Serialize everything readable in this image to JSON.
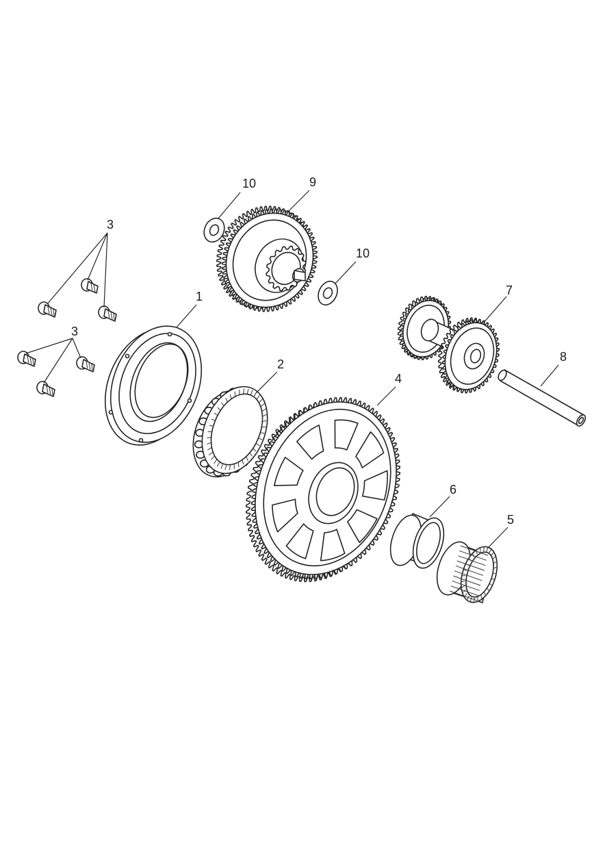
{
  "diagram": {
    "type": "exploded-parts-view",
    "callouts": {
      "c1": "1",
      "c2": "2",
      "c3a": "3",
      "c3b": "3",
      "c4": "4",
      "c5": "5",
      "c6": "6",
      "c7": "7",
      "c8": "8",
      "c9": "9",
      "c10a": "10",
      "c10b": "10"
    },
    "line_color": "#222222",
    "background": "#ffffff"
  }
}
